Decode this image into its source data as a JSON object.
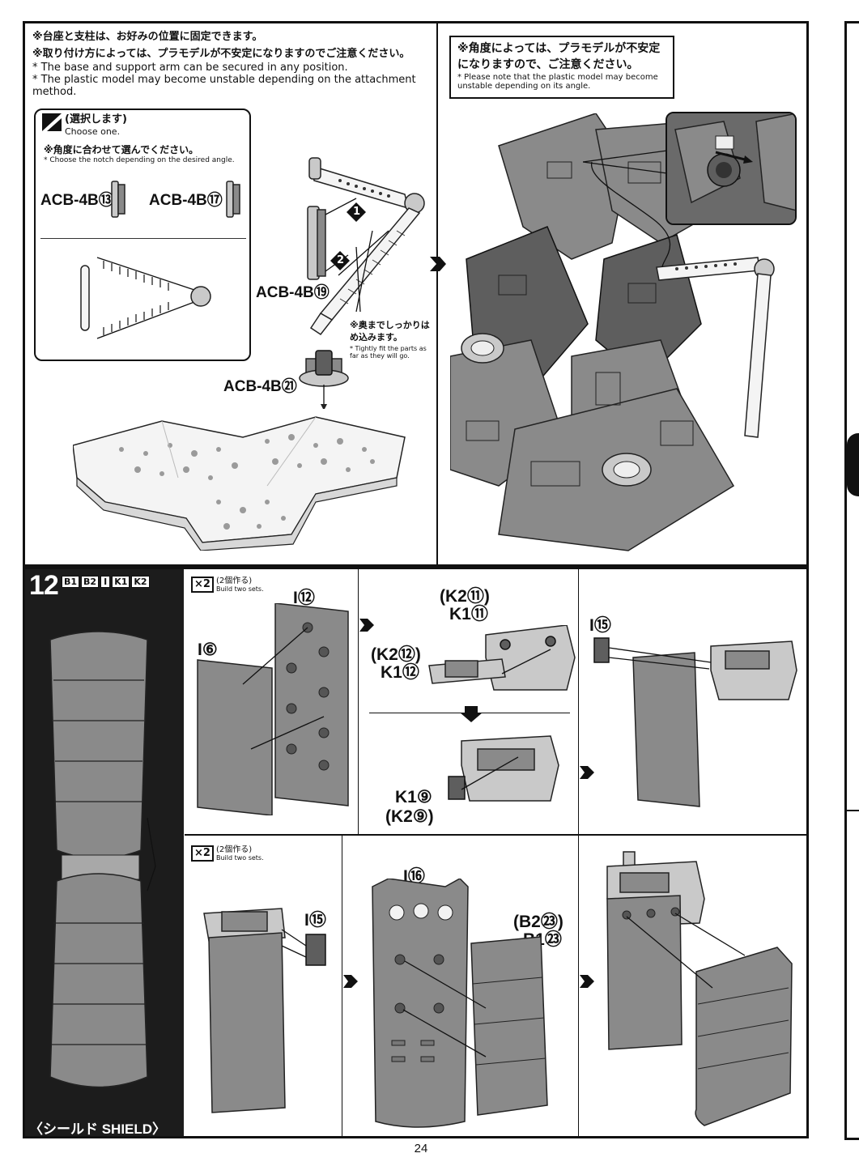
{
  "top_left": {
    "notes_jp": [
      "※台座と支柱は、お好みの位置に固定できます。",
      "※取り付け方によっては、プラモデルが不安定になりますのでご注意ください。"
    ],
    "notes_en": [
      "* The base and support arm can be secured in any position.",
      "* The plastic model may become unstable depending on the attachment method."
    ],
    "choose_jp": "(選択します)",
    "choose_en": "Choose one.",
    "angle_jp": "※角度に合わせて選んでください。",
    "angle_en": "* Choose the notch depending on the desired angle.",
    "opt_a": "ACB-4B⑬",
    "opt_b": "ACB-4B⑰",
    "part_19": "ACB-4B⑲",
    "part_21": "ACB-4B㉑",
    "step1": "1",
    "step2": "2",
    "tight_jp": "※奥までしっかりはめ込みます。",
    "tight_en": "* Tightly fit the parts as far as they will go."
  },
  "top_right": {
    "warn_jp": "※角度によっては、プラモデルが不安定になりますので、ご注意ください。",
    "warn_en": "* Please note that the plastic model may become unstable depending on its angle."
  },
  "step12": {
    "number": "12",
    "runners": [
      "B1",
      "B2",
      "I",
      "K1",
      "K2"
    ],
    "title": "〈シールド SHIELD〉",
    "x2_a_jp": "(2個作る)",
    "x2_a_en": "Build two sets.",
    "x2_b_jp": "(2個作る)",
    "x2_b_en": "Build two sets.",
    "x2": "×2",
    "parts": {
      "i12": "I⑫",
      "i6": "I⑥",
      "k2_11": "(K2⑪)",
      "k1_11": "K1⑪",
      "k2_12": "(K2⑫)",
      "k1_12": "K1⑫",
      "k1_9": "K1⑨",
      "k2_9": "(K2⑨)",
      "i15a": "I⑮",
      "i15b": "I⑮",
      "i16": "I⑯",
      "b2_23": "(B2㉓)",
      "b1_23": "B1㉓"
    }
  },
  "page_number": "24"
}
